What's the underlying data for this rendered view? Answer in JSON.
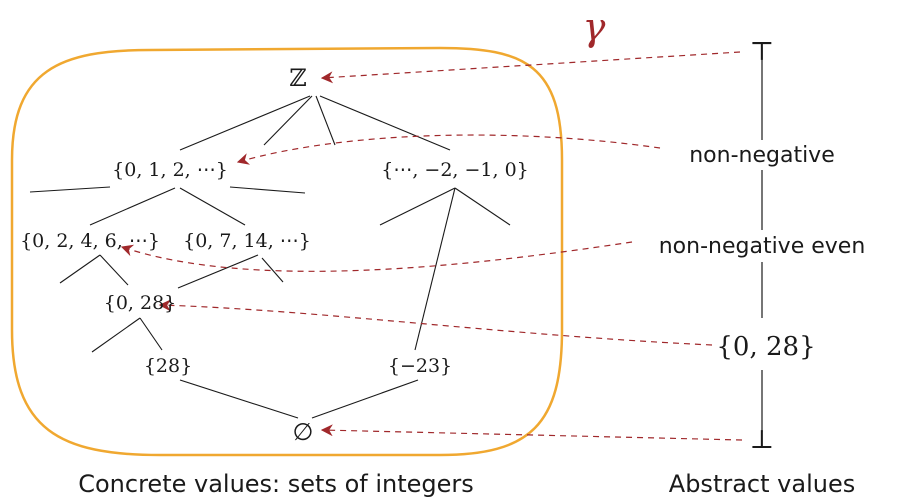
{
  "gamma_label": "γ",
  "concrete": {
    "caption": "Concrete values: sets of integers",
    "nodes": {
      "integers": "ℤ",
      "naturals": "{0, 1, 2, ⋯}",
      "nonpositive": "{⋯, −2, −1, 0}",
      "evens": "{0, 2, 4, 6, ⋯}",
      "multiples7": "{0, 7, 14, ⋯}",
      "set_0_28": "{0, 28}",
      "set_28": "{28}",
      "set_neg23": "{−23}",
      "empty": "∅"
    }
  },
  "abstract": {
    "caption": "Abstract values",
    "top": "⊤",
    "nonneg": "non-negative",
    "nonneg_even": "non-negative even",
    "set_0_28": "{0, 28}",
    "bottom": "⊥"
  },
  "colors": {
    "boundary": "#f0a830",
    "arrow": "#a0282b",
    "gamma": "#a0282b",
    "text": "#1a1a1a"
  }
}
